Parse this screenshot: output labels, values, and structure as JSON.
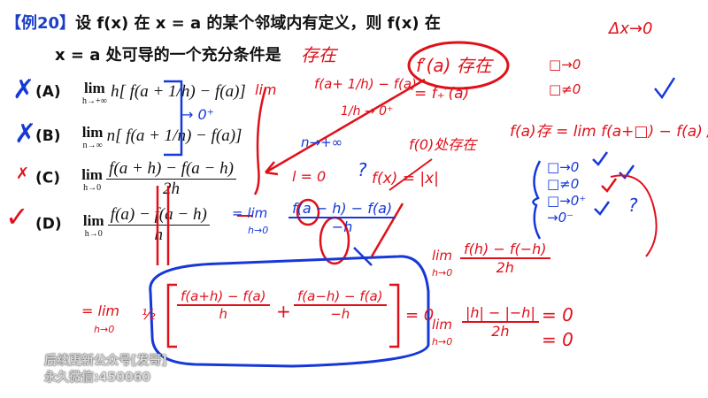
{
  "problem": {
    "tag": "【例20】",
    "line1": "设 f(x) 在 x = a 的某个邻域内有定义，则 f(x) 在",
    "line2": "x = a 处可导的一个充分条件是"
  },
  "options": [
    {
      "label": "(A)",
      "lim": "lim",
      "sub": "h→+∞",
      "expr": "h[ f(a + 1/h) − f(a)]",
      "mark": "✗"
    },
    {
      "label": "(B)",
      "lim": "lim",
      "sub": "n→∞",
      "expr": "n[ f(a + 1/n) − f(a)]",
      "mark": "✗"
    },
    {
      "label": "(C)",
      "lim": "lim",
      "sub": "h→0",
      "num": "f(a + h) − f(a − h)",
      "den": "2h",
      "mark": "✗"
    },
    {
      "label": "(D)",
      "lim": "lim",
      "sub": "h→0",
      "num": "f(a) − f(a − h)",
      "den": "h",
      "mark": "✓"
    }
  ],
  "handwriting": {
    "red": {
      "exists_top": "存在",
      "f_prime_exists": "f′(a) 存在",
      "dx_to_0": "Δx→0",
      "box_to_0": "□→0",
      "box_ne_0": "□≠0",
      "def_lim": "f(a)存 = lim f(a+□) − f(a) / □",
      "deriv_right": "= f₊′(a)",
      "one_over_h": "1/h → 0⁺",
      "f0_exists": "f(0)处存在",
      "fx_abs": "f(x) = |x|",
      "l_eq_0": "l = 0",
      "lim_label": "lim",
      "lim_sub": "h→0",
      "right_num": "f(h) − f(−h)",
      "right_den": "2h",
      "abs_num": "|h| − |−h|",
      "eq_zero": "= 0",
      "bottom_lim": "= lim",
      "bottom_half": "½",
      "bottom_frac1_num": "f(a+h) − f(a)",
      "bottom_frac1_den": "h",
      "bottom_plus": "+",
      "bottom_frac2_num": "f(a−h) − f(a)",
      "bottom_frac2_den": "−h",
      "bottom_eq": "= 0"
    },
    "blue": {
      "to_0_plus": "→ 0⁺",
      "n_to_inf": "n→+∞",
      "question": "?",
      "d_num": "f(a − h) − f(a)",
      "d_den": "−h",
      "d_eq": "= lim",
      "d_sub": "h→0",
      "box_list": [
        "□→0",
        "□≠0",
        "□→0⁺",
        "→0⁻"
      ]
    }
  },
  "watermark": {
    "line1": "后续更新公众号[发哥]",
    "line2": "永久微信:450060"
  },
  "colors": {
    "red": "#e0101a",
    "blue": "#1638d8",
    "tag": "#1c3fc6"
  }
}
